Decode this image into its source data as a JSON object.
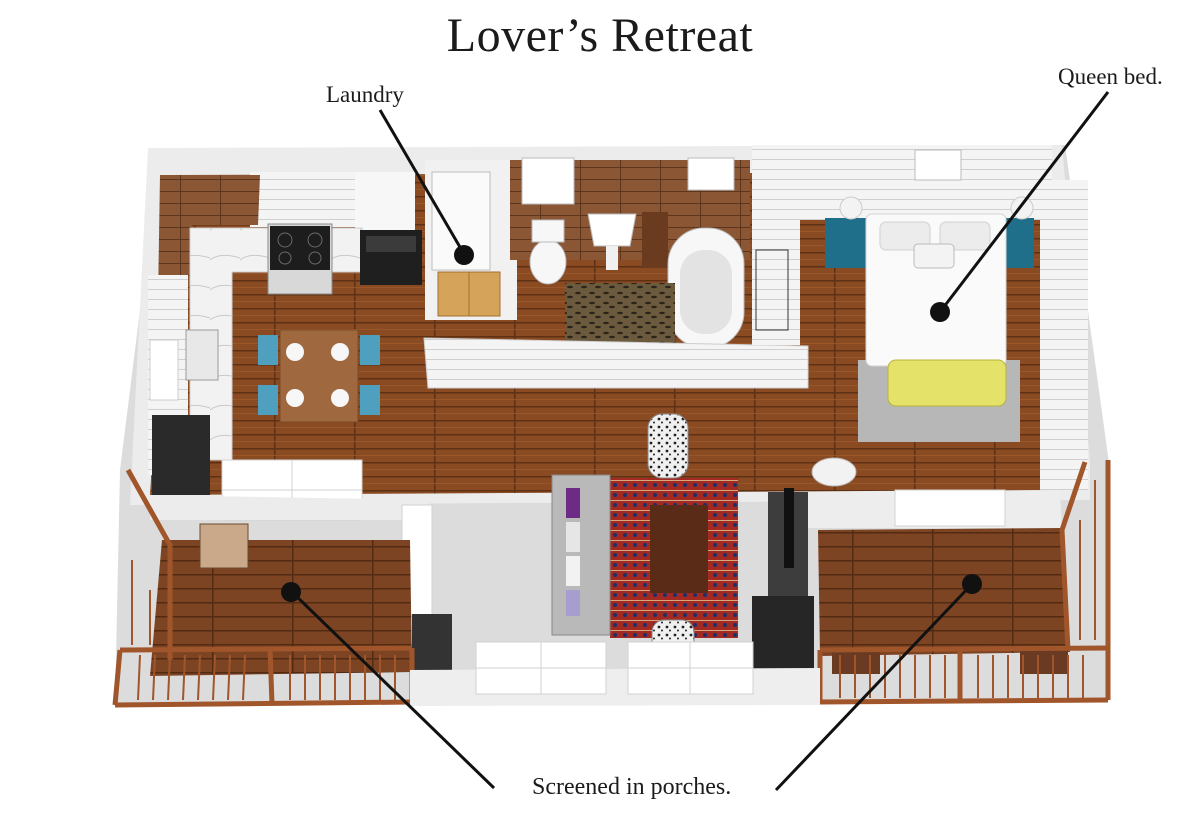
{
  "title": "Lover’s Retreat",
  "callouts": {
    "laundry": "Laundry",
    "queen_bed": "Queen bed.",
    "porches": "Screened in porches."
  },
  "colors": {
    "floor_wood": "#8a4a22",
    "porch_wood": "#7a4726",
    "railing": "#a0552a",
    "wall": "#f1f1f1",
    "callout_line": "#111111"
  }
}
